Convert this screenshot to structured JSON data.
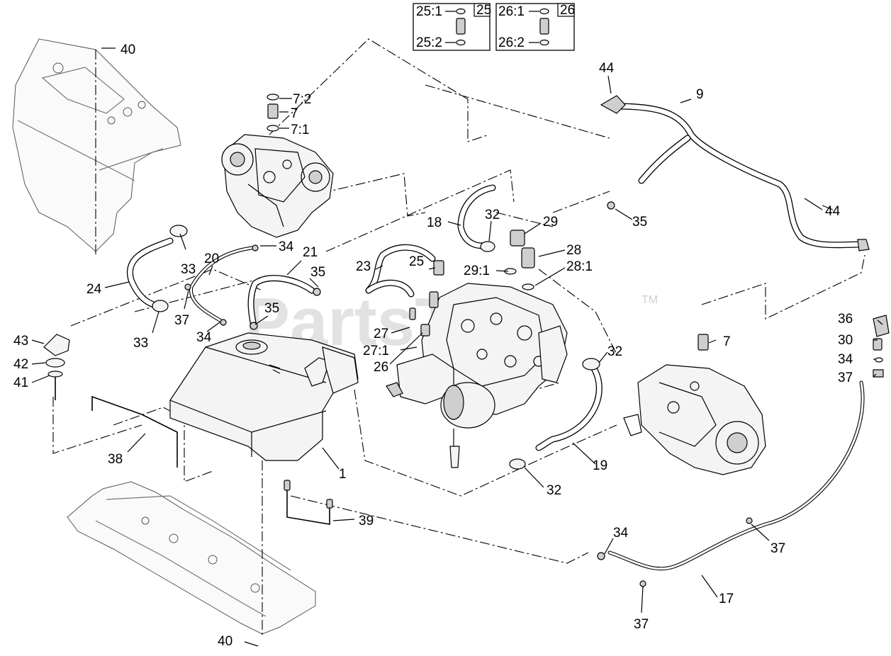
{
  "watermark": {
    "text": "PartsTree",
    "trademark": "TM"
  },
  "inset_boxes": [
    {
      "box_label": "25",
      "upper_label": "25:1",
      "lower_label": "25:2"
    },
    {
      "box_label": "26",
      "upper_label": "26:1",
      "lower_label": "26:2"
    }
  ],
  "callouts": [
    "40",
    "7:2",
    "7",
    "7:1",
    "44",
    "9",
    "44",
    "35",
    "18",
    "32",
    "29",
    "34",
    "20",
    "21",
    "33",
    "28",
    "29:1",
    "28:1",
    "35",
    "23",
    "25",
    "24",
    "35",
    "37",
    "33",
    "34",
    "27",
    "27:1",
    "26",
    "43",
    "42",
    "41",
    "38",
    "1",
    "39",
    "40",
    "7",
    "36",
    "30",
    "34",
    "37",
    "32",
    "19",
    "32",
    "34",
    "37",
    "17",
    "37"
  ]
}
